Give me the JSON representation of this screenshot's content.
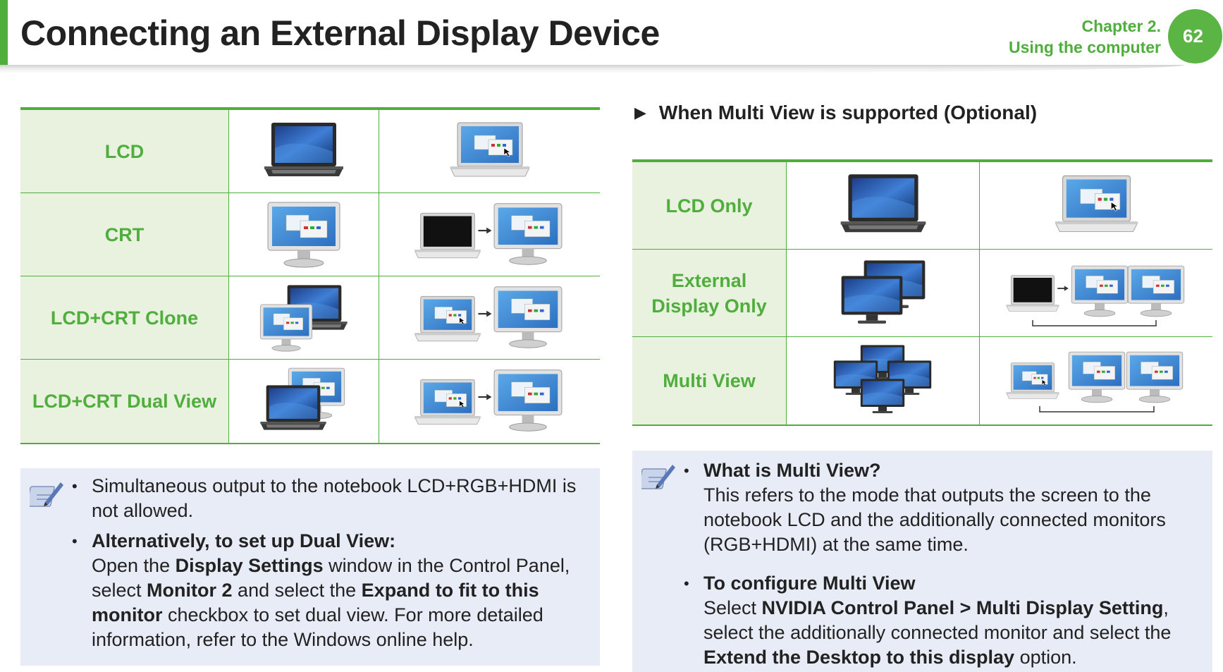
{
  "header": {
    "title": "Connecting an External Display Device",
    "chapter_line1": "Chapter 2.",
    "chapter_line2": "Using the computer",
    "page_number": "62",
    "accent_color": "#4fae3c"
  },
  "left_table": {
    "rows": [
      {
        "label": "LCD",
        "col1": "laptop-icon",
        "col2": "laptop-desktop-icon"
      },
      {
        "label": "CRT",
        "col1": "monitor-icon",
        "col2": "laptop-blank-to-monitor-icon"
      },
      {
        "label": "LCD+CRT Clone",
        "col1": "laptop-monitor-clone-icon",
        "col2": "laptop-to-monitor-clone-icon"
      },
      {
        "label": "LCD+CRT Dual View",
        "col1": "laptop-monitor-dual-icon",
        "col2": "laptop-to-monitor-dual-icon"
      }
    ]
  },
  "right_section": {
    "heading": "When Multi View is supported (Optional)",
    "rows": [
      {
        "label": "LCD Only",
        "col1": "laptop-icon",
        "col2": "laptop-desktop-icon"
      },
      {
        "label_line1": "External",
        "label_line2": "Display Only",
        "col1": "two-monitors-icon",
        "col2": "laptop-to-two-monitors-icon"
      },
      {
        "label": "Multi View",
        "col1": "three-monitors-icon",
        "col2": "laptop-and-two-monitors-icon"
      }
    ]
  },
  "note_left": {
    "item1_line1": "Simultaneous output to the notebook LCD+RGB+HDMI is",
    "item1_line2": "not allowed.",
    "item2_title": "Alternatively, to set up Dual View:",
    "item2_p1": "Open the ",
    "item2_b1": "Display Settings",
    "item2_p2": " window in the Control Panel,",
    "item2_p3": "select ",
    "item2_b2": "Monitor 2",
    "item2_p4": " and select the ",
    "item2_b3": "Expand to fit to this",
    "item2_b4": "monitor",
    "item2_p5": " checkbox to set dual view. For more detailed",
    "item2_p6": "information, refer to the Windows online help."
  },
  "note_right": {
    "item1_title": "What is Multi View?",
    "item1_l1": "This refers to the mode that outputs the screen to the",
    "item1_l2": "notebook LCD and the additionally connected monitors",
    "item1_l3": "(RGB+HDMI) at the same time.",
    "item2_title": "To configure Multi View",
    "item2_p1": "Select ",
    "item2_b1": "NVIDIA Control Panel > Multi Display Setting",
    "item2_p2": ",",
    "item2_l2": "select the additionally connected monitor and select the",
    "item2_b2": "Extend the Desktop to this display",
    "item2_p3": " option."
  },
  "bullet_char": "•"
}
